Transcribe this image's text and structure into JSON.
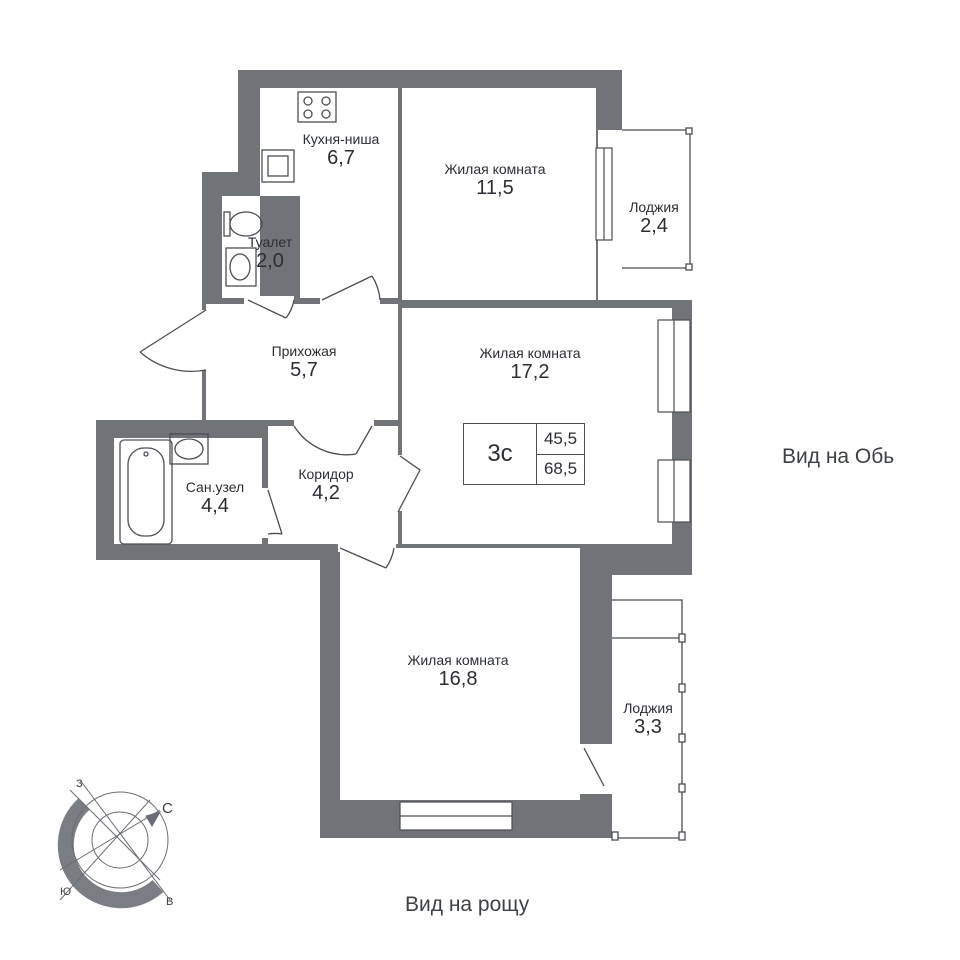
{
  "rooms": {
    "kitchen": {
      "name": "Кухня-ниша",
      "area": "6,7"
    },
    "living_top": {
      "name": "Жилая комната",
      "area": "11,5"
    },
    "loggia_top": {
      "name": "Лоджия",
      "area": "2,4"
    },
    "toilet": {
      "name": "Туалет",
      "area": "2,0"
    },
    "hallway": {
      "name": "Прихожая",
      "area": "5,7"
    },
    "living_mid": {
      "name": "Жилая комната",
      "area": "17,2"
    },
    "bathroom": {
      "name": "Сан.узел",
      "area": "4,4"
    },
    "corridor": {
      "name": "Коридор",
      "area": "4,2"
    },
    "living_bottom": {
      "name": "Жилая комната",
      "area": "16,8"
    },
    "loggia_bottom": {
      "name": "Лоджия",
      "area": "3,3"
    }
  },
  "badge": {
    "type": "3с",
    "living_area": "45,5",
    "total_area": "68,5"
  },
  "views": {
    "right": "Вид на Обь",
    "bottom": "Вид на рощу"
  },
  "compass": {
    "west": "З",
    "north": "С",
    "south": "Ю",
    "east": "В"
  },
  "colors": {
    "wall": "#707479",
    "fixture": "#4a4e54",
    "text": "#2b2e33"
  }
}
